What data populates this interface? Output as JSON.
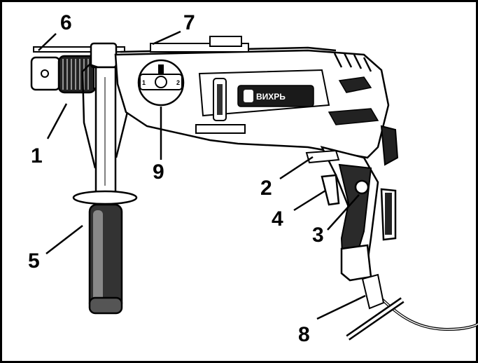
{
  "brand": {
    "logo_text": "ВИХРЬ"
  },
  "dial": {
    "left_mark": "1",
    "right_mark": "2"
  },
  "callouts": [
    {
      "id": "1",
      "label": "1",
      "part": "chuck"
    },
    {
      "id": "2",
      "label": "2",
      "part": "trigger-lock"
    },
    {
      "id": "3",
      "label": "3",
      "part": "lock-button"
    },
    {
      "id": "4",
      "label": "4",
      "part": "trigger"
    },
    {
      "id": "5",
      "label": "5",
      "part": "side-handle"
    },
    {
      "id": "6",
      "label": "6",
      "part": "depth-rod"
    },
    {
      "id": "7",
      "label": "7",
      "part": "housing-top"
    },
    {
      "id": "8",
      "label": "8",
      "part": "chuck-key"
    },
    {
      "id": "9",
      "label": "9",
      "part": "mode-switch"
    }
  ],
  "colors": {
    "line": "#000000",
    "body": "#ffffff",
    "dark": "#1a1a1a",
    "mid": "#555555"
  }
}
